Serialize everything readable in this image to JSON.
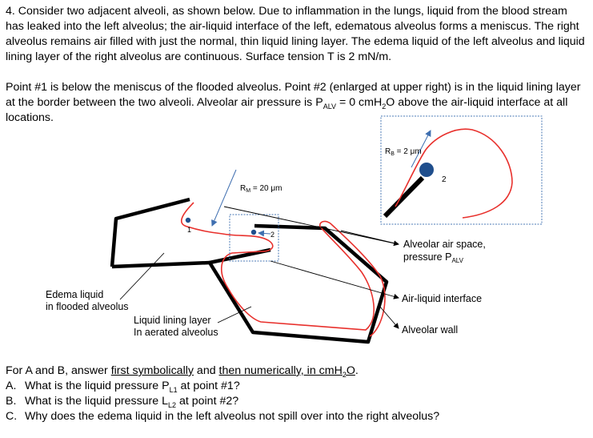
{
  "problem": {
    "intro": "4. Consider two adjacent alveoli, as shown below. Due to inflammation in the lungs, liquid from the blood stream has leaked into the left alveolus; the air-liquid interface of the left, edematous alveolus forms a meniscus. The right alveolus remains air filled with just the normal, thin liquid lining layer. The edema liquid of the left alveolus and liquid lining layer of the right alveolus are continuous. Surface tension T is 2 mN/m.",
    "points_a": "Point #1 is below the meniscus of the flooded alveolus. Point #2 (enlarged at upper right) is in the liquid lining layer at the border between the two alveoli. Alveolar air pressure is P",
    "points_sub": "ALV",
    "points_b": " = 0 cmH",
    "points_sub2": "2",
    "points_c": "O above the air-liquid interface at all locations."
  },
  "diagram": {
    "label_rm": "R",
    "label_rm_sub": "M",
    "label_rm_val": " = 20 μm",
    "label_rb": "R",
    "label_rb_sub": "B",
    "label_rb_val": " = 2 μm",
    "point1": "1",
    "point2": "2",
    "inset_point2": "2",
    "alveolar_air_1": "Alveolar air space,",
    "alveolar_air_2": "pressure P",
    "alveolar_air_sub": "ALV",
    "air_liquid": "Air-liquid interface",
    "alveolar_wall": "Alveolar wall",
    "edema_1": "Edema liquid",
    "edema_2": "in flooded alveolus",
    "lining_1": "Liquid lining layer",
    "lining_2": "In aerated alveolus"
  },
  "questions": {
    "intro_a": "For A and B, answer ",
    "intro_u1": "first symbolically",
    "intro_b": " and ",
    "intro_u2": "then numerically, in cmH",
    "intro_u2_sub": "2",
    "intro_u2_end": "O",
    "intro_c": ".",
    "a_letter": "A.",
    "a_text": "What is the liquid pressure P",
    "a_sub": "L1",
    "a_end": " at point #1?",
    "b_letter": "B.",
    "b_text": "What is the liquid pressure L",
    "b_sub": "L2",
    "b_end": " at point #2?",
    "c_letter": "C.",
    "c_text": "Why does the edema liquid in the left alveolus not spill over into the right alveolus?"
  },
  "colors": {
    "wall": "#000000",
    "interface": "#e8302c",
    "arrow": "#3f6fb0",
    "dot": "#1f4e8c",
    "inset_border": "#4a78b5"
  }
}
